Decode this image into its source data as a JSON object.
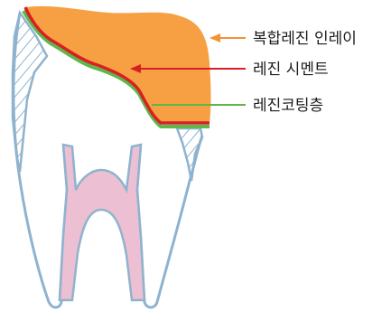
{
  "labels": {
    "inlay": "복합레진 인레이",
    "cement": "레진 시멘트",
    "coating": "레진코팅층"
  },
  "colors": {
    "inlay": "#F7A043",
    "cement": "#D91F26",
    "coating": "#5DB84A",
    "tooth_outline": "#8FB3CF",
    "pulp_fill": "#EDBFD2",
    "arrow_inlay": "#F39237",
    "arrow_cement": "#D91F26",
    "arrow_coating": "#5DB84A"
  }
}
